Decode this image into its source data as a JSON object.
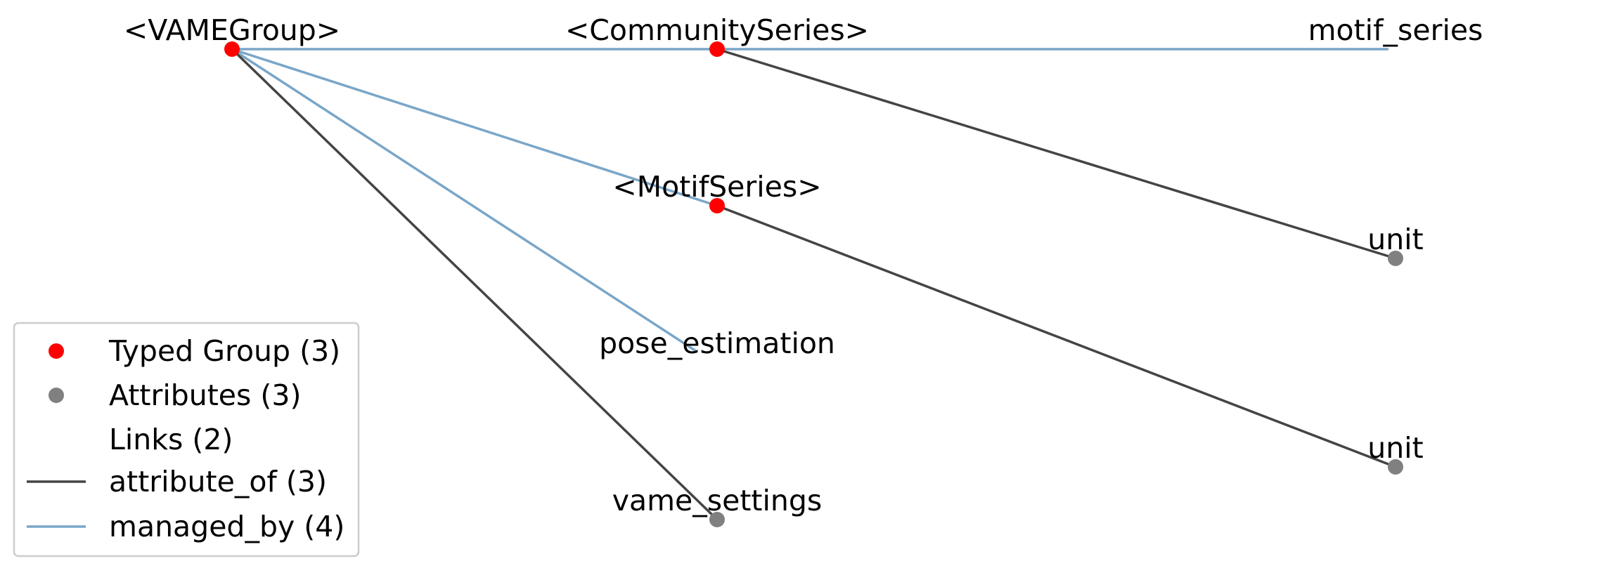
{
  "colors": {
    "typed_group": "#ff0000",
    "attribute": "#808080",
    "attribute_of_edge": "#444444",
    "managed_by_edge": "#7aa6c8",
    "legend_border": "#cccccc"
  },
  "nodes": [
    {
      "id": "vame_group",
      "label": "<VAMEGroup>",
      "kind": "typed_group"
    },
    {
      "id": "community_series",
      "label": "<CommunitySeries>",
      "kind": "typed_group"
    },
    {
      "id": "motif_series_typed",
      "label": "<MotifSeries>",
      "kind": "typed_group"
    },
    {
      "id": "pose_estimation",
      "label": "pose_estimation",
      "kind": "link"
    },
    {
      "id": "vame_settings",
      "label": "vame_settings",
      "kind": "attribute"
    },
    {
      "id": "motif_series_link",
      "label": "motif_series",
      "kind": "link"
    },
    {
      "id": "unit_1",
      "label": "unit",
      "kind": "attribute"
    },
    {
      "id": "unit_2",
      "label": "unit",
      "kind": "attribute"
    }
  ],
  "edges": [
    {
      "from": "vame_group",
      "to": "community_series",
      "kind": "managed_by"
    },
    {
      "from": "community_series",
      "to": "motif_series_link",
      "kind": "managed_by"
    },
    {
      "from": "vame_group",
      "to": "motif_series_typed",
      "kind": "managed_by"
    },
    {
      "from": "vame_group",
      "to": "pose_estimation",
      "kind": "managed_by"
    },
    {
      "from": "vame_group",
      "to": "vame_settings",
      "kind": "attribute_of"
    },
    {
      "from": "community_series",
      "to": "unit_1",
      "kind": "attribute_of"
    },
    {
      "from": "motif_series_typed",
      "to": "unit_2",
      "kind": "attribute_of"
    }
  ],
  "legend": {
    "items": [
      {
        "label": "Typed Group (3)",
        "marker": "dot",
        "kind": "typed_group"
      },
      {
        "label": "Attributes (3)",
        "marker": "dot",
        "kind": "attribute"
      },
      {
        "label": "Links (2)",
        "marker": "none",
        "kind": "link"
      },
      {
        "label": "attribute_of (3)",
        "marker": "line",
        "kind": "attribute_of_edge"
      },
      {
        "label": "managed_by (4)",
        "marker": "line",
        "kind": "managed_by_edge"
      }
    ]
  }
}
